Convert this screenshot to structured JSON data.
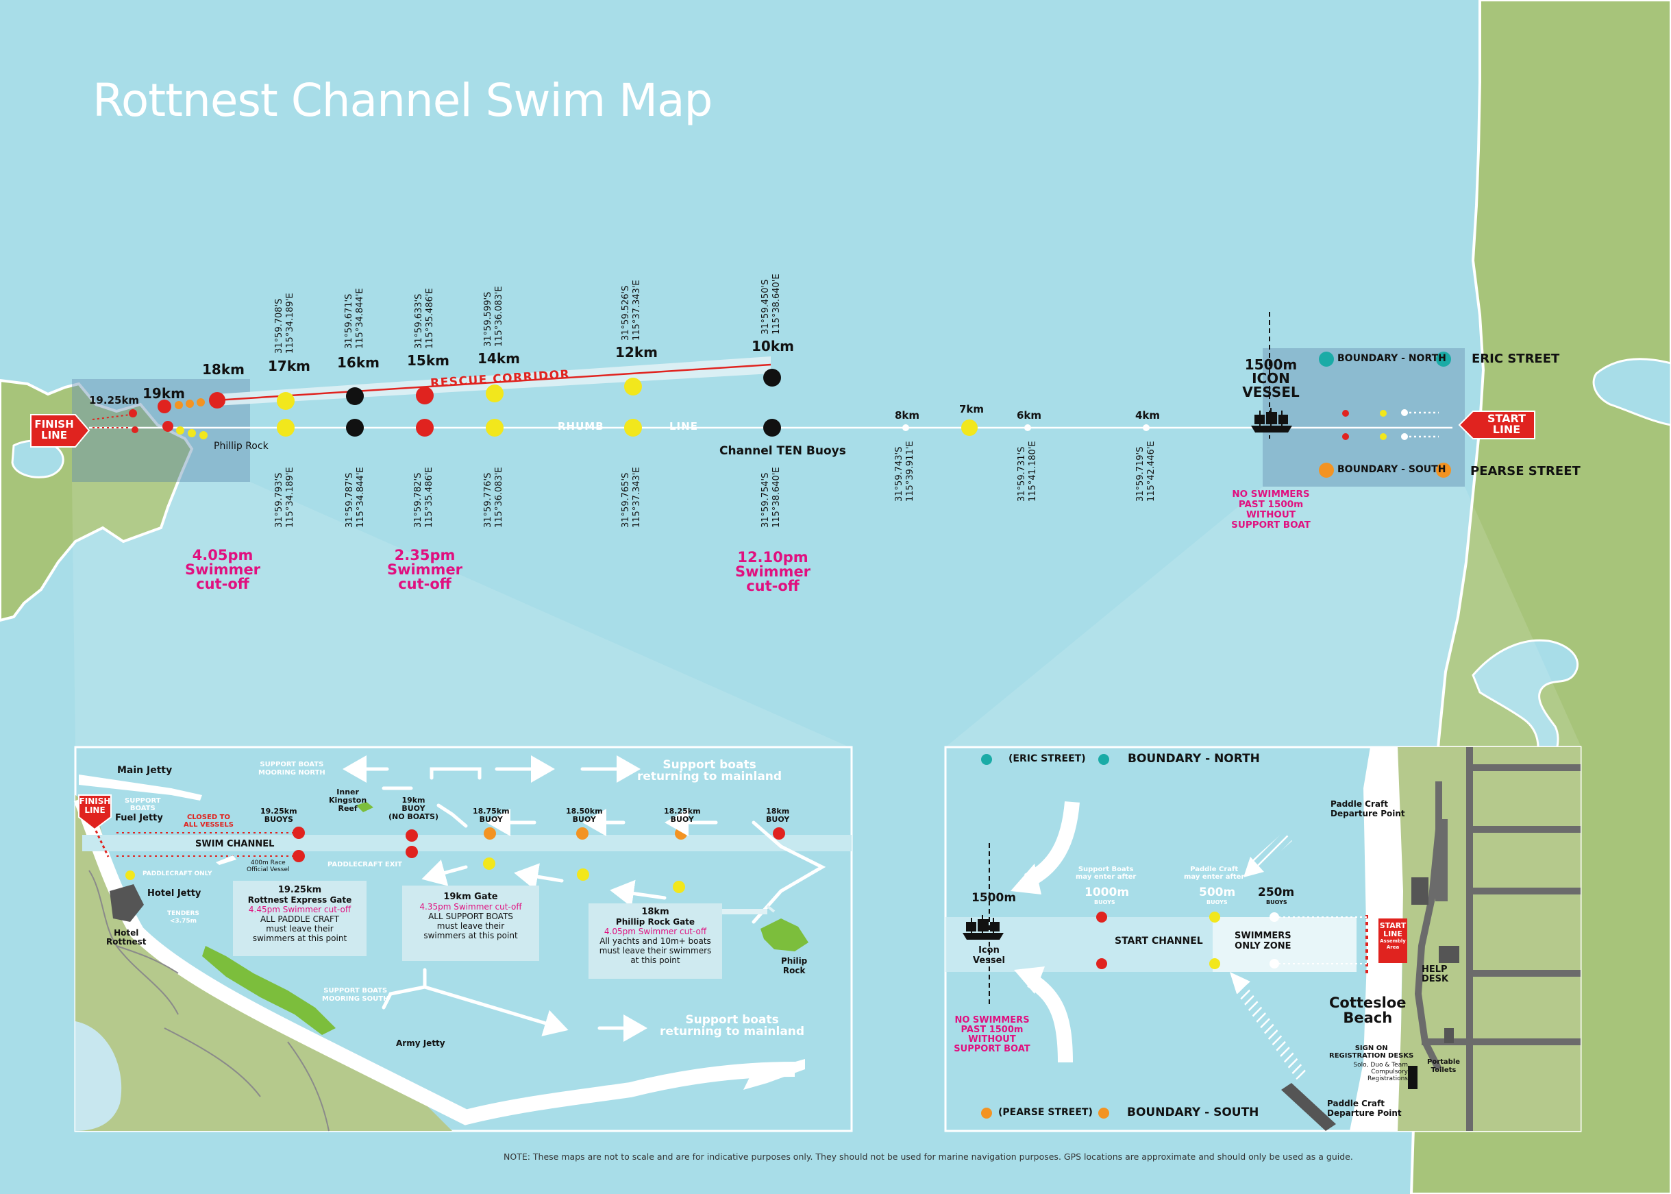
{
  "title": "Rottnest Channel Swim Map",
  "colors": {
    "sea": "#a8dde8",
    "land": "#a7c47a",
    "red": "#e0231f",
    "yellow": "#f2e71c",
    "black": "#111111",
    "orange": "#f39322",
    "teal": "#1aaba6",
    "magenta": "#e0107f"
  },
  "main": {
    "finish_line": [
      "FINISH",
      "LINE"
    ],
    "start_line": [
      "START",
      "LINE"
    ],
    "rescue_corridor": "RESCUE CORRIDOR",
    "rhumb": "RHUMB",
    "line": "LINE",
    "phillip_rock": "Phillip Rock",
    "channel_ten": "Channel TEN Buoys",
    "icon_vessel": [
      "1500m",
      "ICON",
      "VESSEL"
    ],
    "no_swimmers": [
      "NO SWIMMERS",
      "PAST 1500m",
      "WITHOUT",
      "SUPPORT BOAT"
    ],
    "boundary_north": "BOUNDARY - NORTH",
    "boundary_south": "BOUNDARY - SOUTH",
    "eric_street": "ERIC STREET",
    "pearse_street": "PEARSE STREET",
    "km_labels": {
      "k1925": "19.25km",
      "k19": "19km",
      "k18": "18km",
      "k17": "17km",
      "k16": "16km",
      "k15": "15km",
      "k14": "14km",
      "k12": "12km",
      "k10": "10km",
      "k8": "8km",
      "k7": "7km",
      "k6": "6km",
      "k4": "4km"
    },
    "coords_top": {
      "c17": [
        "31°59.708'S",
        "115°34.189'E"
      ],
      "c16": [
        "31°59.671'S",
        "115°34.844'E"
      ],
      "c15": [
        "31°59.633'S",
        "115°35.486'E"
      ],
      "c14": [
        "31°59.599'S",
        "115°36.083'E"
      ],
      "c12": [
        "31°59.526'S",
        "115°37.343'E"
      ],
      "c10": [
        "31°59.450'S",
        "115°38.640'E"
      ]
    },
    "coords_bottom": {
      "c17": [
        "31°59.793'S",
        "115°34.189'E"
      ],
      "c16": [
        "31°59.787'S",
        "115°34.844'E"
      ],
      "c15": [
        "31°59.782'S",
        "115°35.486'E"
      ],
      "c14": [
        "31°59.776'S",
        "115°36.083'E"
      ],
      "c12": [
        "31°59.765'S",
        "115°37.343'E"
      ],
      "c10": [
        "31°59.754'S",
        "115°38.640'E"
      ],
      "c8": [
        "31°59.743'S",
        "115°39.911'E"
      ],
      "c6": [
        "31°59.731'S",
        "115°41.180'E"
      ],
      "c4": [
        "31°59.719'S",
        "115°42.446'E"
      ]
    },
    "cutoffs": {
      "a": [
        "4.05pm",
        "Swimmer",
        "cut-off"
      ],
      "b": [
        "2.35pm",
        "Swimmer",
        "cut-off"
      ],
      "c": [
        "12.10pm",
        "Swimmer",
        "cut-off"
      ]
    }
  },
  "inset_left": {
    "main_jetty": "Main Jetty",
    "finish": [
      "FINISH",
      "LINE"
    ],
    "support": [
      "SUPPORT",
      "BOATS"
    ],
    "fuel_jetty": "Fuel Jetty",
    "closed": [
      "CLOSED TO",
      "ALL VESSELS"
    ],
    "swim_channel": "SWIM CHANNEL",
    "moor_north": [
      "SUPPORT BOATS",
      "MOORING NORTH"
    ],
    "moor_south": [
      "SUPPORT BOATS",
      "MOORING SOUTH"
    ],
    "returning_top": [
      "Support boats",
      "returning to mainland"
    ],
    "returning_bot": [
      "Support boats",
      "returning to mainland"
    ],
    "inner_kingston": [
      "Inner",
      "Kingston",
      "Reef"
    ],
    "buoys": {
      "b1925": [
        "19.25km",
        "BUOYS"
      ],
      "b19": [
        "19km",
        "BUOY",
        "(NO BOATS)"
      ],
      "b1875": [
        "18.75km",
        "BUOY"
      ],
      "b1850": [
        "18.50km",
        "BUOY"
      ],
      "b1825": [
        "18.25km",
        "BUOY"
      ],
      "b18": [
        "18km",
        "BUOY"
      ]
    },
    "paddle_exit": "PADDLECRAFT EXIT",
    "race_vessel": [
      "400m Race",
      "Official Vessel"
    ],
    "paddlecraft_only": "PADDLECRAFT ONLY",
    "hotel_jetty": "Hotel Jetty",
    "hotel_rottnest": [
      "Hotel",
      "Rottnest"
    ],
    "tenders": [
      "TENDERS",
      "<3.75m"
    ],
    "gate_express": {
      "km": "19.25km",
      "name": "Rottnest Express Gate",
      "cut": "4.45pm Swimmer cut-off",
      "desc": [
        "ALL PADDLE CRAFT",
        "must leave their",
        "swimmers at this point"
      ]
    },
    "gate_19": {
      "name": "19km Gate",
      "cut": "4.35pm Swimmer cut-off",
      "desc": [
        "ALL SUPPORT BOATS",
        "must leave their",
        "swimmers at this point"
      ]
    },
    "gate_phillip": {
      "km": "18km",
      "name": "Phillip Rock Gate",
      "cut": "4.05pm Swimmer cut-off",
      "desc": [
        "All yachts and 10m+ boats",
        "must leave their swimmers",
        "at this point"
      ]
    },
    "philip_rock": [
      "Philip",
      "Rock"
    ],
    "army_jetty": "Army Jetty"
  },
  "inset_right": {
    "eric": "(ERIC STREET)",
    "boundary_north": "BOUNDARY - NORTH",
    "pearse": "(PEARSE STREET)",
    "boundary_south": "BOUNDARY - SOUTH",
    "paddle_depart_top": [
      "Paddle Craft",
      "Departure Point"
    ],
    "paddle_depart_bot": [
      "Paddle Craft",
      "Departure Point"
    ],
    "icon_1500": "1500m",
    "icon_vessel": [
      "Icon",
      "Vessel"
    ],
    "support_enter": [
      "Support Boats",
      "may enter after"
    ],
    "m1000": "1000m",
    "buoys": "BUOYS",
    "paddle_enter": [
      "Paddle Craft",
      "may enter after"
    ],
    "m500": "500m",
    "m250": "250m",
    "start_channel": "START CHANNEL",
    "swimmers_only": [
      "SWIMMERS",
      "ONLY ZONE"
    ],
    "start_line": [
      "START",
      "LINE"
    ],
    "assembly": [
      "Assembly",
      "Area"
    ],
    "help_desk": [
      "HELP",
      "DESK"
    ],
    "cottesloe": [
      "Cottesloe",
      "Beach"
    ],
    "sign_on": [
      "SIGN ON",
      "REGISTRATION DESKS"
    ],
    "solo": [
      "Solo, Duo & Team",
      "Compulsory",
      "Registrations"
    ],
    "portable": [
      "Portable",
      "Toilets"
    ],
    "no_swimmers": [
      "NO SWIMMERS",
      "PAST 1500m",
      "WITHOUT",
      "SUPPORT BOAT"
    ]
  },
  "note": "NOTE: These maps are not to scale and are for indicative purposes only. They should not be used for marine navigation purposes. GPS locations are approximate and should only be used as a guide."
}
